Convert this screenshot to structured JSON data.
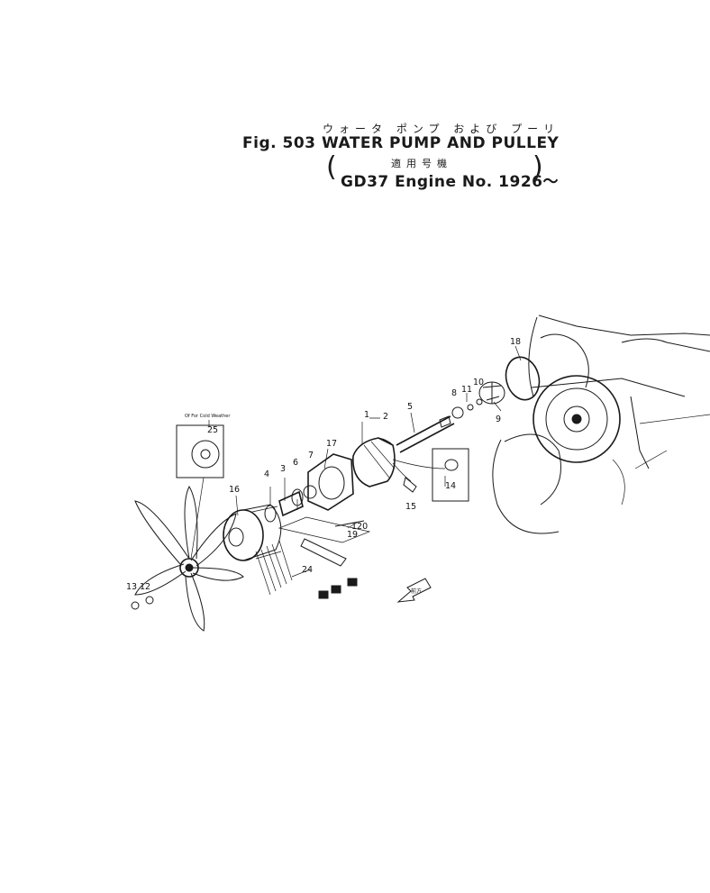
{
  "header": {
    "fig_label": "Fig. 503",
    "title_jp": "ウォータ ポンプ および プーリ",
    "title_en": "WATER PUMP AND PULLEY",
    "applicable_jp": "適用号機",
    "applicable_en": "GD37 Engine No. 1926～"
  },
  "callouts": {
    "c1": "1",
    "c2": "2",
    "c3": "3",
    "c4": "4",
    "c5": "5",
    "c6": "6",
    "c7": "7",
    "c8": "8",
    "c9": "9",
    "c10": "10",
    "c11": "11",
    "c12": "12",
    "c13": "13",
    "c14": "14",
    "c15": "15",
    "c16": "16",
    "c17": "17",
    "c18": "18",
    "c19": "19",
    "c20": "120",
    "c24": "24",
    "c25": "25"
  },
  "notes": {
    "cold_weather": "Of For Cold Weather",
    "front_marker": "前方"
  }
}
